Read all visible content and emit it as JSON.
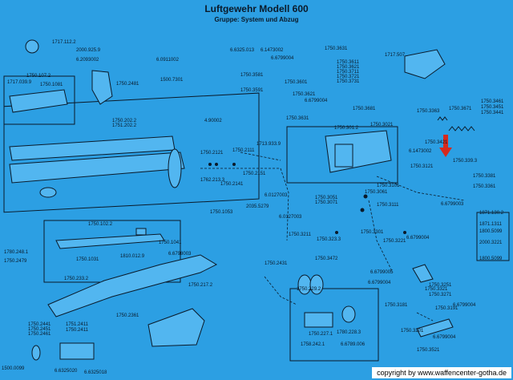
{
  "title": "Luftgewehr Modell 600",
  "subtitle": "Gruppe: System und Abzug",
  "copyright": "copyright by www.waffencenter-gotha.de",
  "colors": {
    "background": "#2c9fe3",
    "ink": "#0a1a2a",
    "arrow": "#d62a1e"
  },
  "labels": [
    "1717.112.2",
    "2000.925.9",
    "6.2093002",
    "6.0911002",
    "6.6325.013",
    "6.1473002",
    "6.6799004",
    "1750.3631",
    "1717.039.9",
    "1750.107.2",
    "1750.1081",
    "1750.2481",
    "1500.7301",
    "1750.3581",
    "1750.3601",
    "1750.3611",
    "1750.3621",
    "1750.3711",
    "1750.3721",
    "1750.3731",
    "1717.507",
    "1750.3591",
    "1750.3621",
    "1750.3631",
    "6.6799004",
    "1750.3681",
    "1750.202.2",
    "1751.202.2",
    "4.90002",
    "1750.2121",
    "1750.2111",
    "1713.933.9",
    "1750.301.2",
    "1750.3021",
    "1750.3671",
    "1750.3461",
    "1750.3451",
    "1750.3441",
    "1750.3363",
    "6.1473002",
    "1750.3421",
    "1750.339.3",
    "1750.3121",
    "1762.213.3",
    "1750.2151",
    "1750.2141",
    "1750.3381",
    "1750.3361",
    "6.0127003",
    "2035.5279",
    "1750.1053",
    "6.0127003",
    "1750.3051",
    "1750.3071",
    "1750.3061",
    "1750.3101",
    "1750.3111",
    "6.6799003",
    "1871.130.2",
    "1871.1311",
    "1800.5099",
    "2000.3221",
    "1800.5099",
    "1750.3211",
    "1750.323.3",
    "1750.3301",
    "1750.3221",
    "6.6799004",
    "1750.102.2",
    "1750.1041",
    "1750.1031",
    "1810.012.9",
    "6.6798003",
    "1780.248.1",
    "1750.2479",
    "1750.3472",
    "6.6799005",
    "6.6799004",
    "1750.3251",
    "1750.3271",
    "1750.233.2",
    "1750.2431",
    "1750.229.2",
    "1750.3321",
    "6.6799004",
    "1750.2361",
    "1750.217.2",
    "1750.3181",
    "1750.3191",
    "1750.3201",
    "6.6799004",
    "1750.3521",
    "1750.2441",
    "1750.2451",
    "1750.2461",
    "1751.2411",
    "1750.2411",
    "1750.227.1",
    "1780.228.3",
    "1758.242.1",
    "6.6789.006",
    "1500.0099",
    "6.6325020",
    "6.6325018"
  ]
}
